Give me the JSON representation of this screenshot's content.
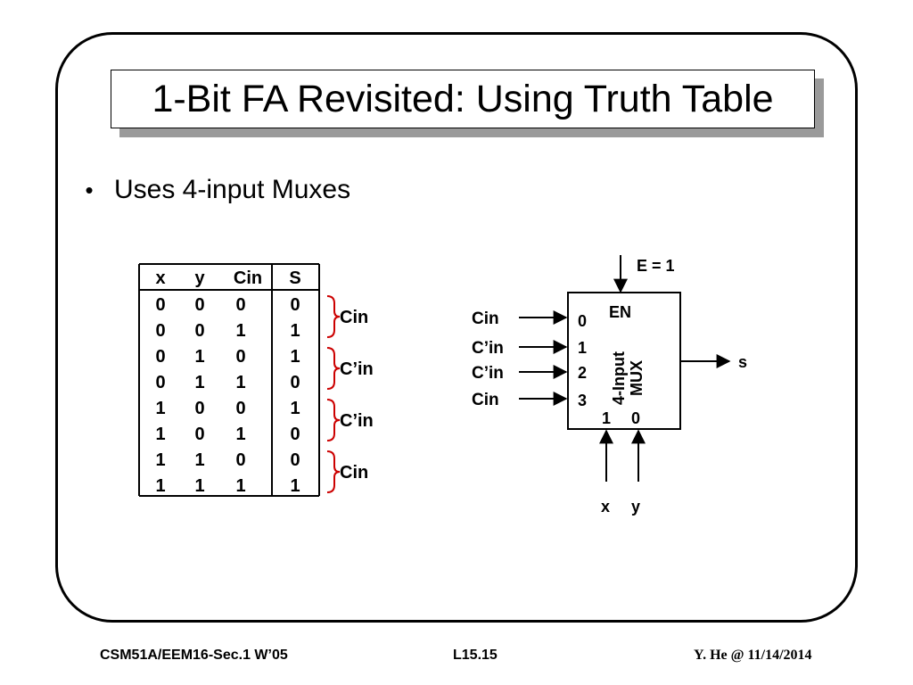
{
  "slide": {
    "title": "1-Bit FA Revisited: Using Truth Table",
    "bullet": "Uses 4-input Muxes"
  },
  "truth_table": {
    "headers": [
      "x",
      "y",
      "Cin",
      "S"
    ],
    "rows": [
      [
        "0",
        "0",
        "0",
        "0"
      ],
      [
        "0",
        "0",
        "1",
        "1"
      ],
      [
        "0",
        "1",
        "0",
        "1"
      ],
      [
        "0",
        "1",
        "1",
        "0"
      ],
      [
        "1",
        "0",
        "0",
        "1"
      ],
      [
        "1",
        "0",
        "1",
        "0"
      ],
      [
        "1",
        "1",
        "0",
        "0"
      ],
      [
        "1",
        "1",
        "1",
        "1"
      ]
    ],
    "groups": [
      "Cin",
      "C’in",
      "C’in",
      "Cin"
    ],
    "brace_color": "#cc0000"
  },
  "mux": {
    "enable_label": "E = 1",
    "en_text": "EN",
    "name_line1": "4-Input",
    "name_line2": "MUX",
    "input_numbers": [
      "0",
      "1",
      "2",
      "3"
    ],
    "input_signals": [
      "Cin",
      "C’in",
      "C’in",
      "Cin"
    ],
    "select_numbers": [
      "1",
      "0"
    ],
    "select_signals": [
      "x",
      "y"
    ],
    "output": "s"
  },
  "footer": {
    "left": "CSM51A/EEM16-Sec.1 W’05",
    "center": "L15.15",
    "right": "Y. He @ 11/14/2014"
  }
}
